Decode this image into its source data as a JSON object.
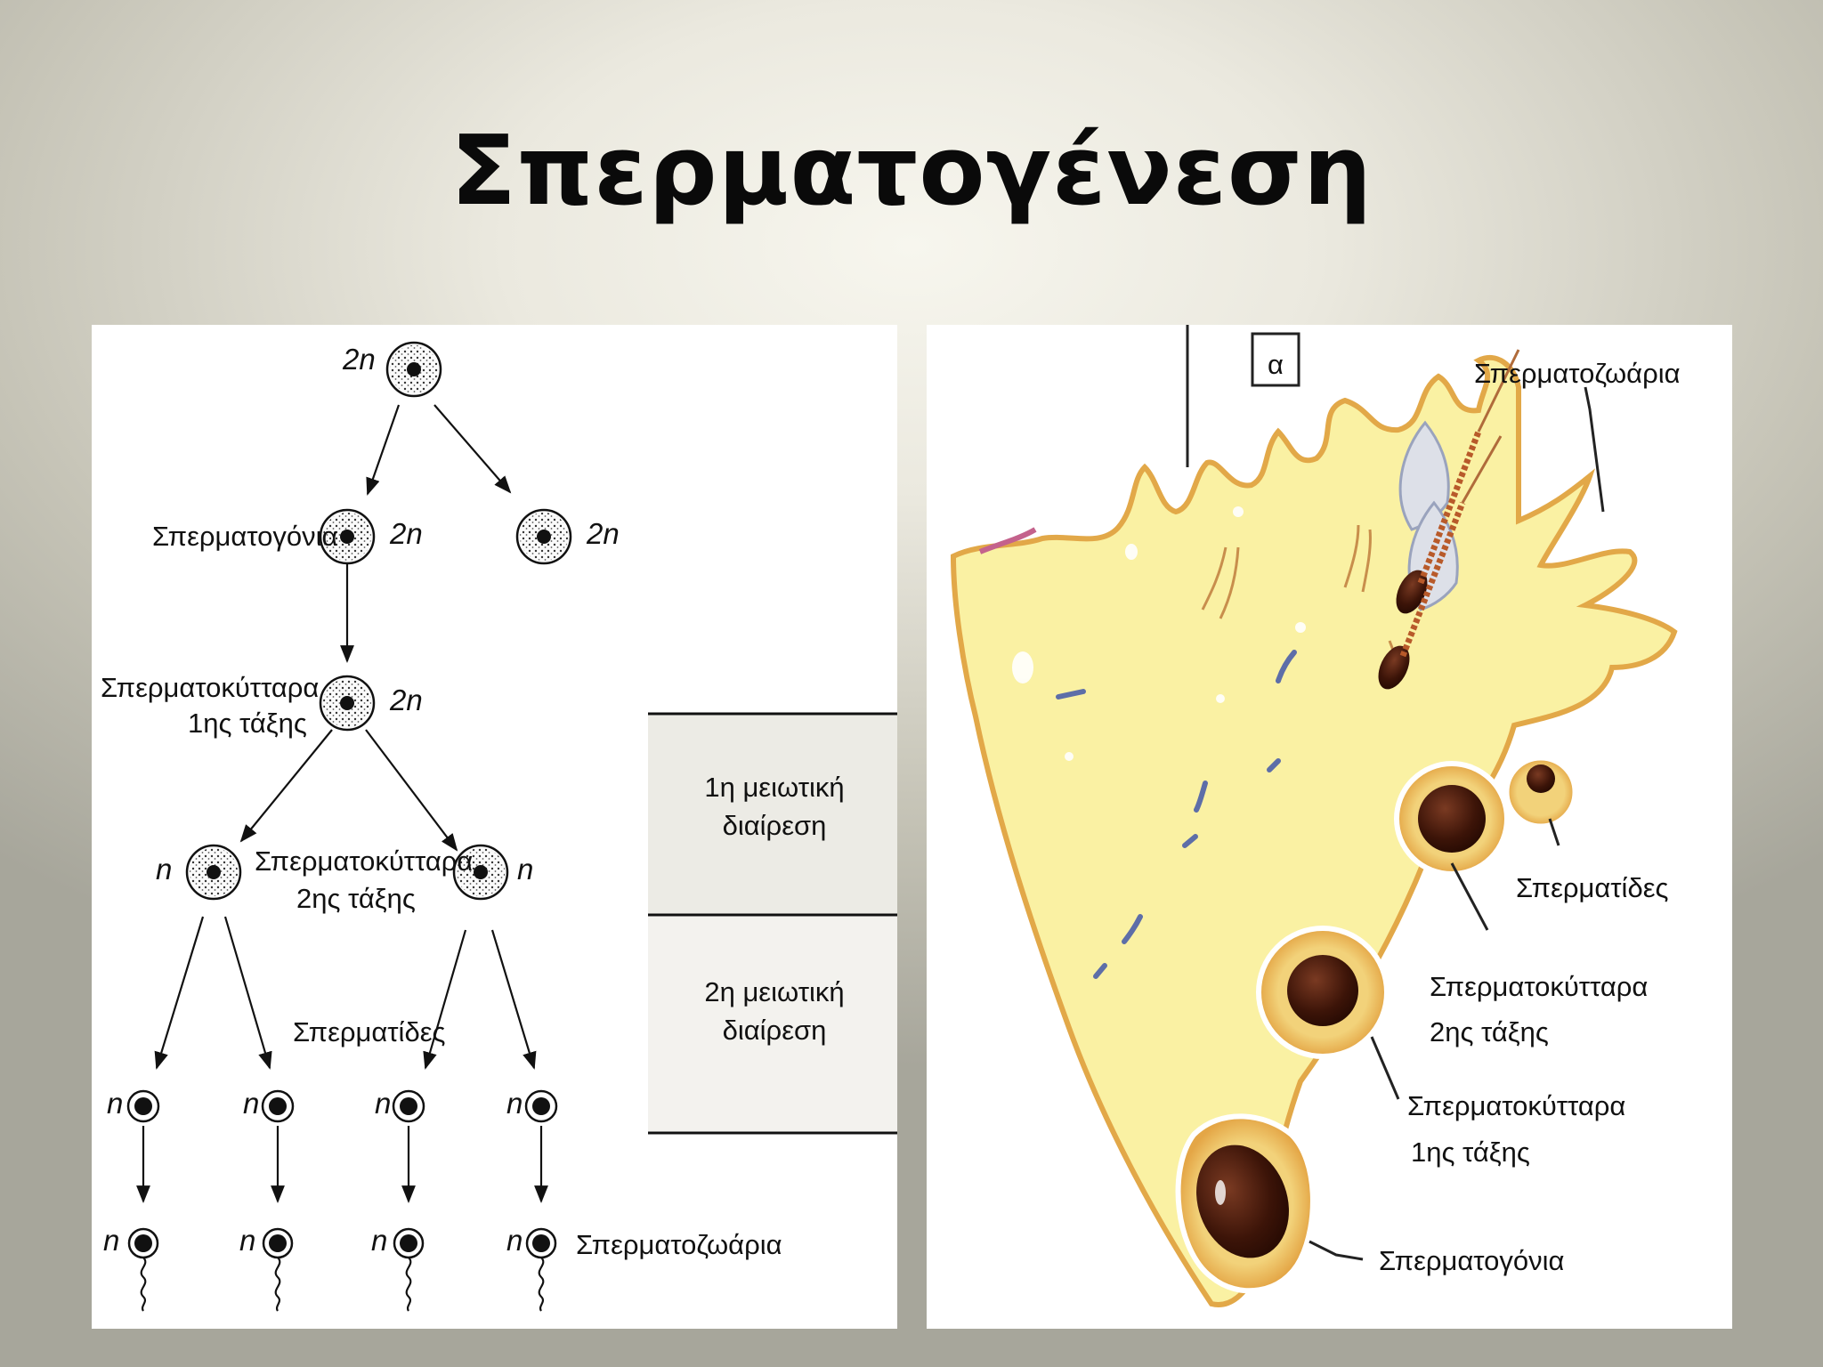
{
  "title": "Σπερματογένεση",
  "left": {
    "ploidy": {
      "diploid": "2n",
      "haploid": "n"
    },
    "labels": {
      "spermatogonia": "Σπερματογόνια",
      "primary_line1": "Σπερματοκύτταρα",
      "primary_line2": "1ης τάξης",
      "secondary_line1": "Σπερματοκύτταρα",
      "secondary_line2": "2ης τάξης",
      "spermatids": "Σπερματίδες",
      "spermatozoa": "Σπερματοζωάρια"
    },
    "divisions": {
      "first_line1": "1η μειωτική",
      "first_line2": "διαίρεση",
      "second_line1": "2η μειωτική",
      "second_line2": "διαίρεση"
    }
  },
  "right": {
    "panel_letter": "α",
    "labels": {
      "spermatozoa": "Σπερματοζωάρια",
      "spermatids": "Σπερματίδες",
      "secondary_line1": "Σπερματοκύτταρα",
      "secondary_line2": "2ης τάξης",
      "primary_line1": "Σπερματοκύτταρα",
      "primary_line2": "1ης τάξης",
      "spermatogonia": "Σπερματογόνια"
    }
  }
}
